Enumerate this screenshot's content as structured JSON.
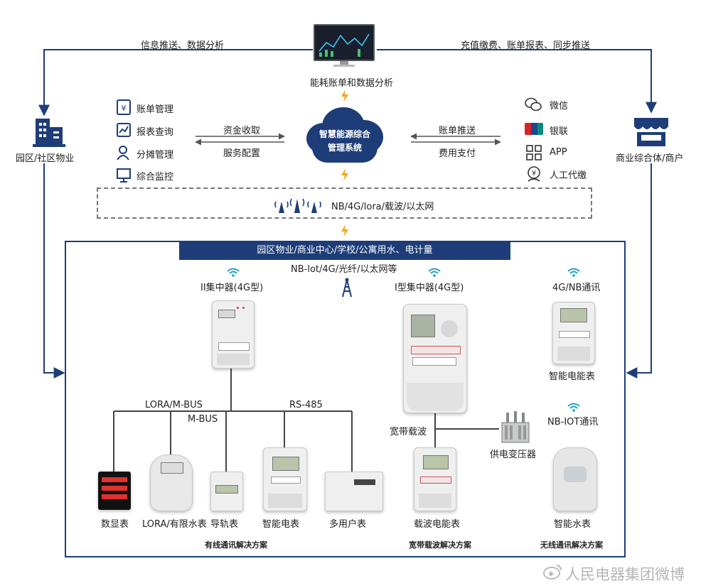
{
  "top": {
    "monitor_label": "能耗账单和数据分析",
    "left_flow_label": "信息推送、数据分析",
    "right_flow_label": "充值缴费、账单报表、同步推送"
  },
  "left_party": {
    "label": "园区/社区物业",
    "icon": "building-icon"
  },
  "right_party": {
    "label": "商业综合体/商户",
    "icon": "shop-icon"
  },
  "cloud": {
    "line1": "智慧能源综合",
    "line2": "管理系统"
  },
  "functions_left": [
    {
      "label": "账单管理",
      "icon": "bill-icon"
    },
    {
      "label": "报表查询",
      "icon": "report-icon"
    },
    {
      "label": "分摊管理",
      "icon": "user-share-icon"
    },
    {
      "label": "综合监控",
      "icon": "monitor-icon"
    }
  ],
  "flows_left": {
    "top": "资金收取",
    "bottom": "服务配置"
  },
  "flows_right": {
    "top": "账单推送",
    "bottom": "费用支付"
  },
  "payments_right": [
    {
      "label": "微信",
      "icon": "wechat-icon"
    },
    {
      "label": "银联",
      "icon": "unionpay-icon"
    },
    {
      "label": "APP",
      "icon": "app-icon"
    },
    {
      "label": "人工代缴",
      "icon": "manual-pay-icon"
    }
  ],
  "network_label": "NB/4G/lora/载波/以太网",
  "banner": "园区物业/商业中心/学校/公寓用水、电计量",
  "subnet_label": "NB-lot/4G/光纤/以太网等",
  "concentrators": {
    "left": "II集中器(4G型)",
    "mid": "I型集中器(4G型)",
    "right": "4G/NB通讯"
  },
  "bus_labels": {
    "lora": "LORA/M-BUS",
    "mbus": "M-BUS",
    "rs485": "RS-485"
  },
  "carrier": {
    "broadband": "宽带载波",
    "transformer": "供电变压器"
  },
  "right_devices": {
    "smart_energy_meter": "智能电能表",
    "nbiot": "NB-IOT通讯"
  },
  "devices": {
    "digital": "数显表",
    "lora_water": "LORA/有限水表",
    "rail": "导轨表",
    "smart_meter": "智能电表",
    "multi_user": "多用户表",
    "carrier_meter": "载波电能表",
    "smart_water": "智能水表"
  },
  "solutions": {
    "wired": "有线通讯解决方案",
    "broadband": "宽带载波解决方案",
    "wireless": "无线通讯解决方案"
  },
  "watermark": "人民电器集团微博",
  "colors": {
    "navy": "#1e3d78",
    "bolt": "#f0a818",
    "wifi": "#1fa0c8"
  }
}
